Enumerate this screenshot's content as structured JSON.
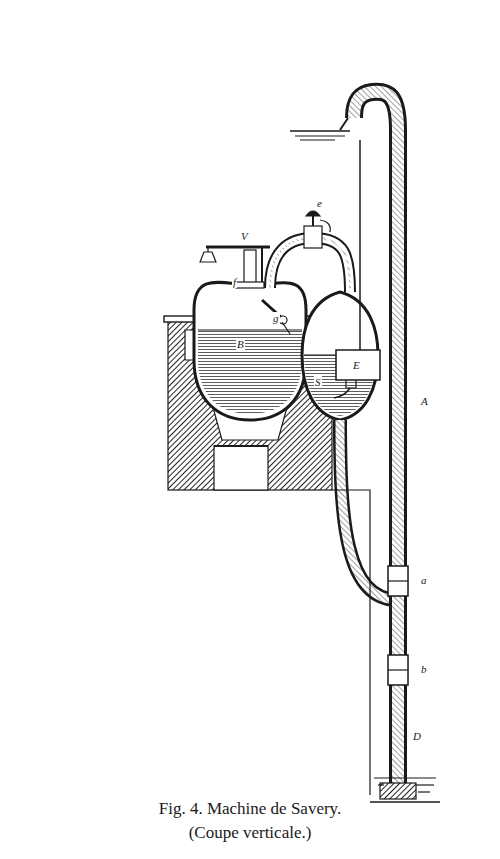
{
  "diagram": {
    "caption": "Fig. 4. Machine de Savery. (Coupe verticale.)",
    "labels": [
      "V",
      "f",
      "B",
      "g",
      "e",
      "S",
      "E",
      "A",
      "a",
      "b",
      "D"
    ]
  }
}
